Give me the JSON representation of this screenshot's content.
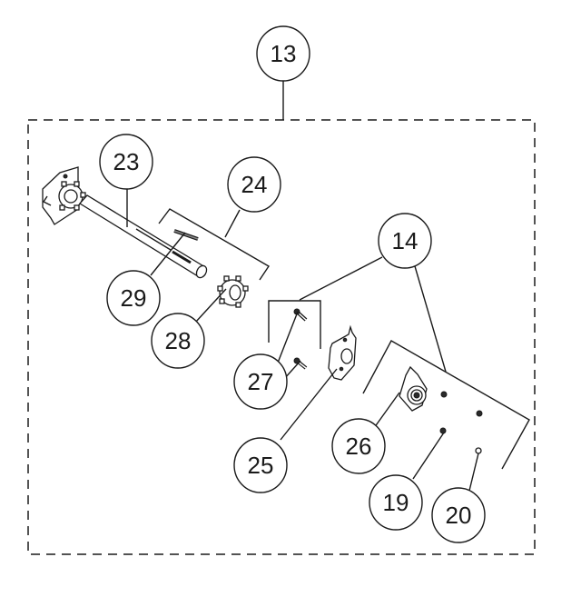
{
  "diagram": {
    "type": "exploded-parts-diagram",
    "assembly_callout": "13",
    "callouts": [
      {
        "id": "c13",
        "label": "13",
        "part": "assembly"
      },
      {
        "id": "c23",
        "label": "23",
        "part": "shaft-with-sprocket-bracket"
      },
      {
        "id": "c24",
        "label": "24",
        "part": "sprocket-kit"
      },
      {
        "id": "c29",
        "label": "29",
        "part": "key-pin"
      },
      {
        "id": "c28",
        "label": "28",
        "part": "sprocket"
      },
      {
        "id": "c14",
        "label": "14",
        "part": "bearing-kit"
      },
      {
        "id": "c27",
        "label": "27",
        "part": "bolts"
      },
      {
        "id": "c25",
        "label": "25",
        "part": "bearing-plate"
      },
      {
        "id": "c26",
        "label": "26",
        "part": "flange-bearing"
      },
      {
        "id": "c19",
        "label": "19",
        "part": "nut"
      },
      {
        "id": "c20",
        "label": "20",
        "part": "washer-nut"
      }
    ]
  }
}
